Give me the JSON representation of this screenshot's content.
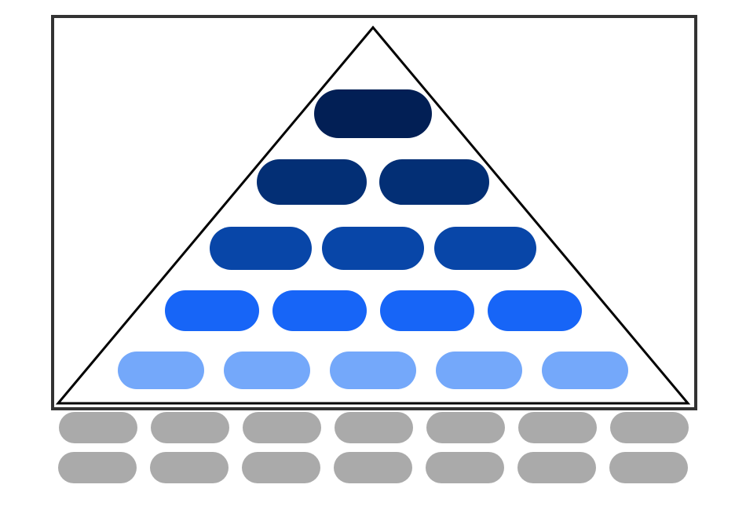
{
  "diagram": {
    "type": "pyramid",
    "tiers": [
      {
        "count": 1,
        "color": "#021f55"
      },
      {
        "count": 2,
        "color": "#032f75"
      },
      {
        "count": 3,
        "color": "#0846a8"
      },
      {
        "count": 4,
        "color": "#1765f7"
      },
      {
        "count": 5,
        "color": "#74a8fa"
      }
    ],
    "base_rows": [
      {
        "count": 7,
        "color": "#aaaaaa"
      },
      {
        "count": 7,
        "color": "#aaaaaa"
      }
    ],
    "outline_color": "#000000",
    "frame_color": "#333333"
  }
}
